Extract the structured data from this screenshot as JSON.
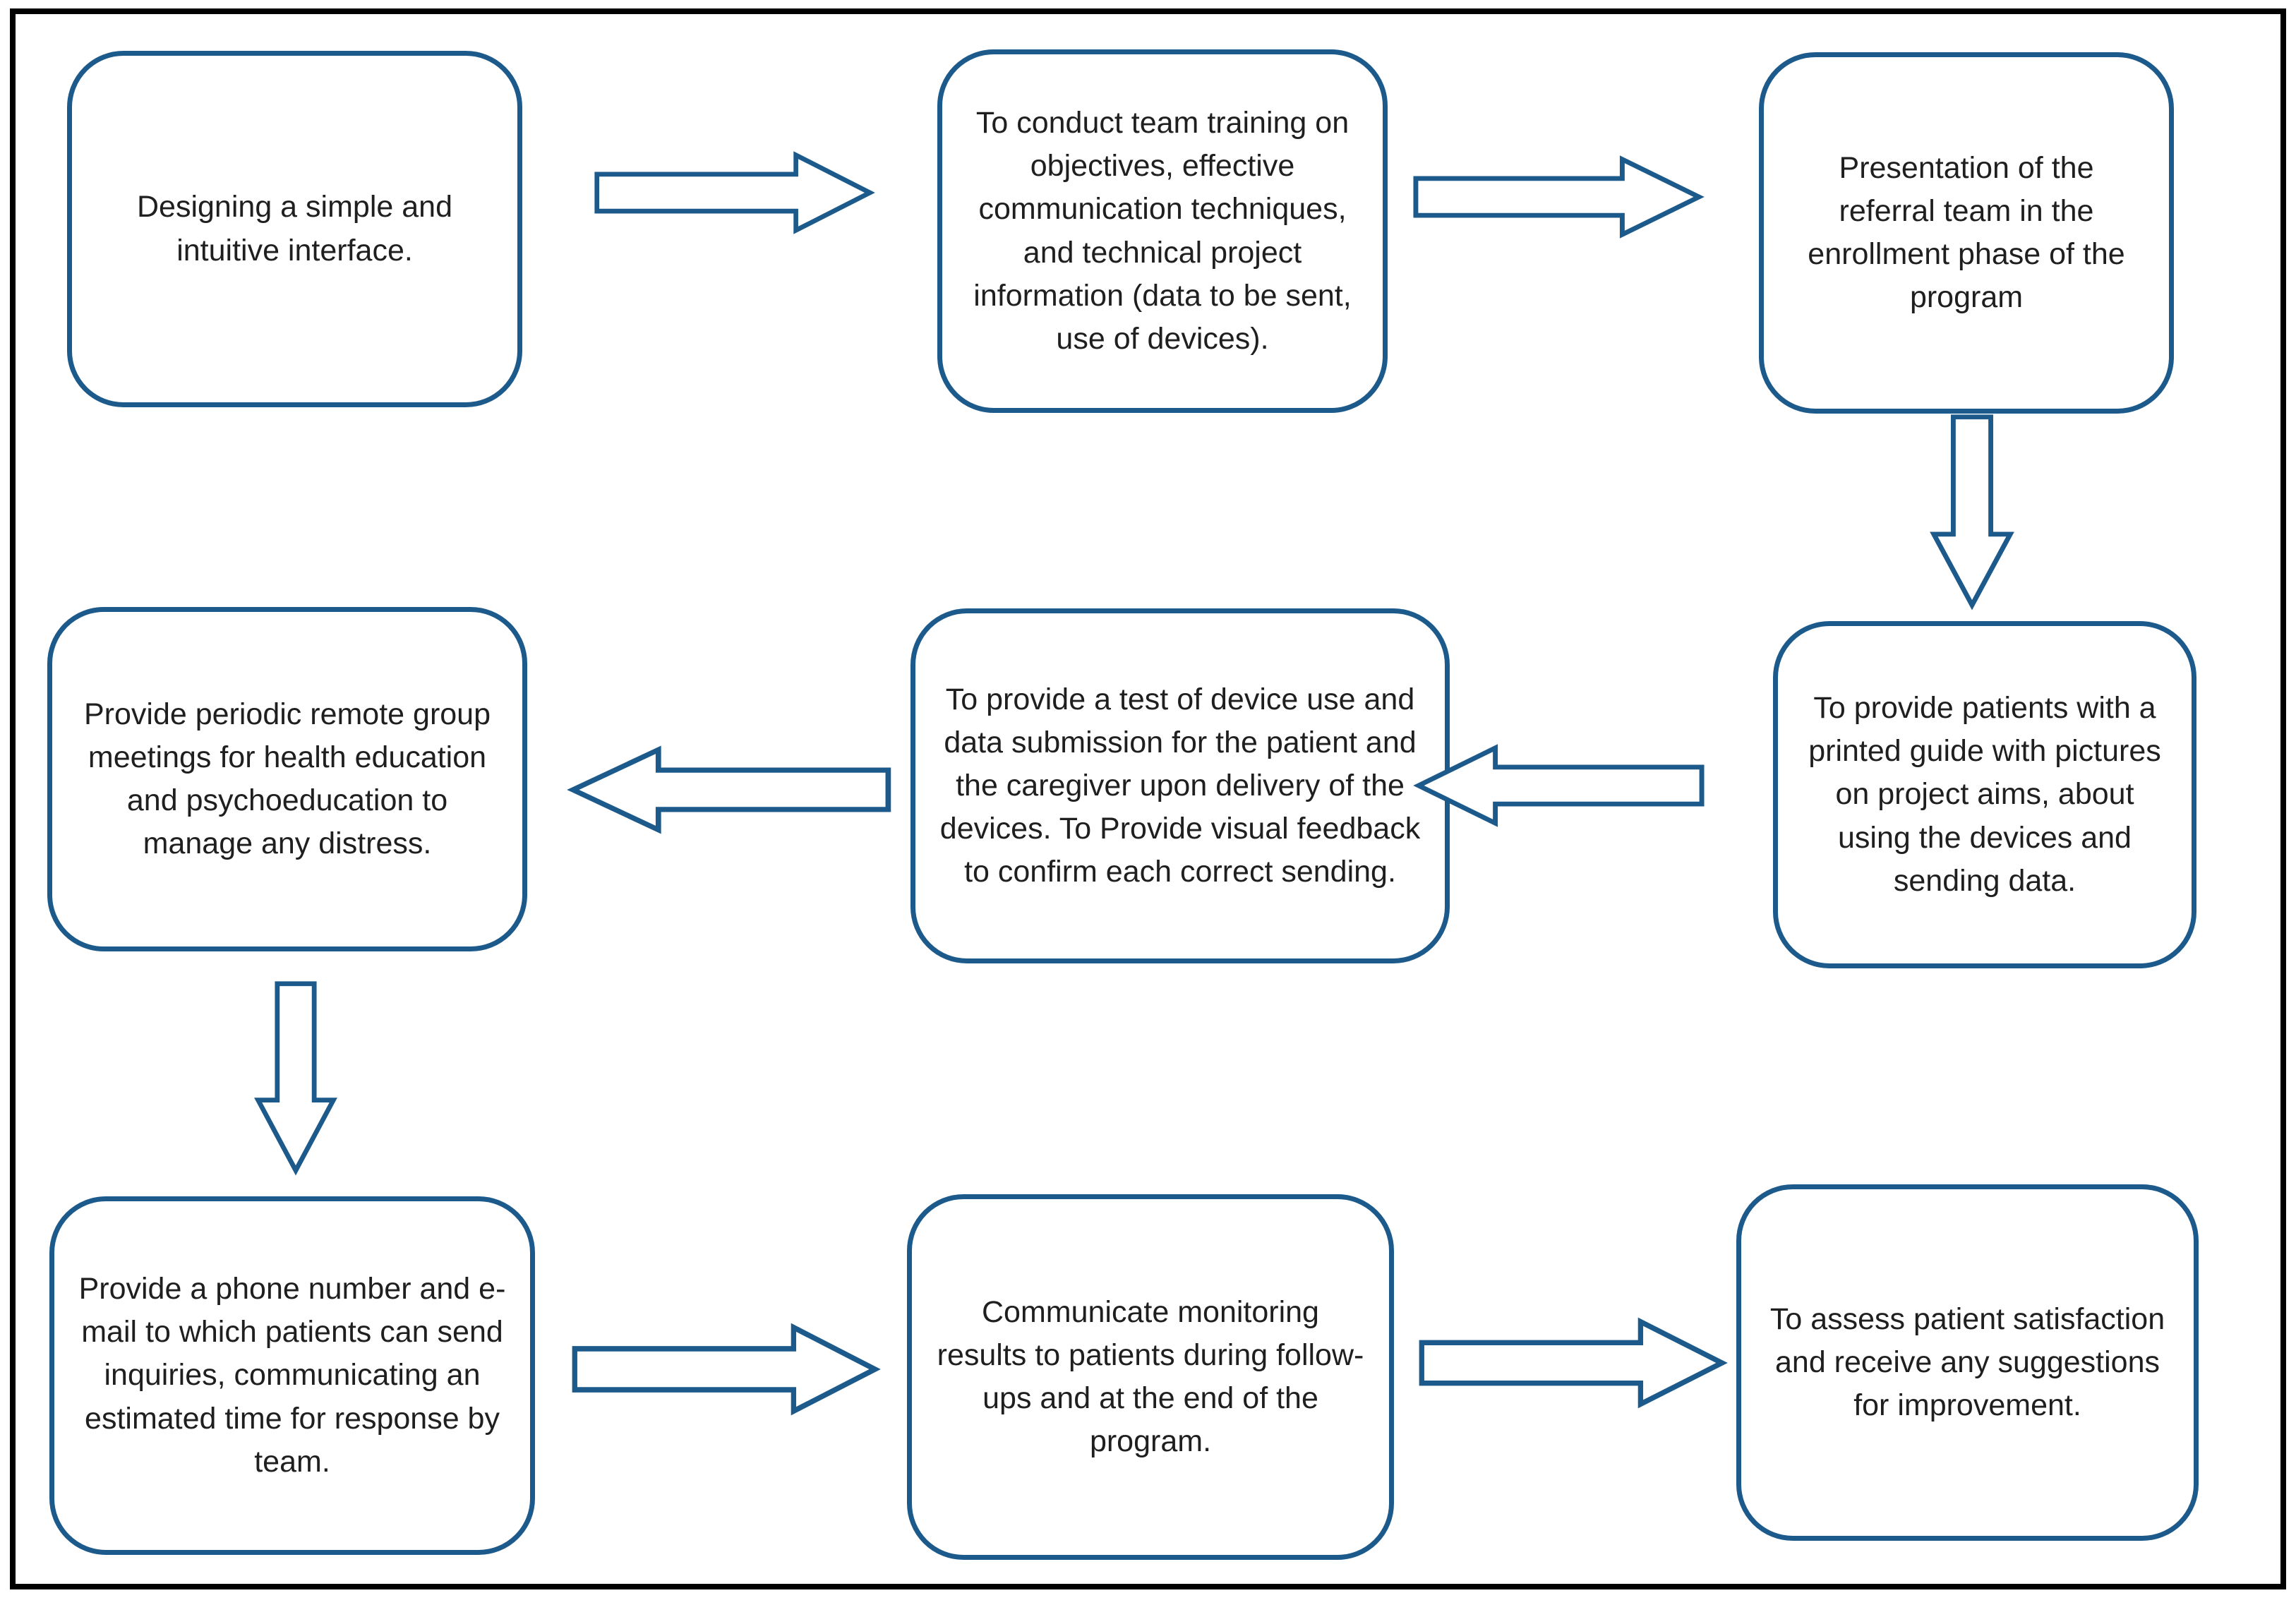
{
  "diagram": {
    "type": "flowchart",
    "colors": {
      "accent": "#1d5a8c",
      "frame": "#000000",
      "background": "#ffffff",
      "text": "#1f1f1f"
    },
    "boxes": [
      {
        "id": "designing-interface",
        "text": "Designing a simple and intuitive interface."
      },
      {
        "id": "team-training",
        "text": "To conduct team training on objectives, effective communication techniques, and technical project information (data to be sent, use of devices)."
      },
      {
        "id": "referral-presentation",
        "text": "Presentation of the referral team in the enrollment phase of the program"
      },
      {
        "id": "printed-guide",
        "text": "To provide patients with a printed guide with pictures on project aims, about using the devices and sending data."
      },
      {
        "id": "device-test",
        "text": "To provide a test of device use and data submission for the patient and the caregiver upon delivery of the devices. To Provide visual feedback to confirm each correct sending."
      },
      {
        "id": "group-meetings",
        "text": "Provide periodic remote group meetings for health education and psychoeducation to manage any distress."
      },
      {
        "id": "phone-email",
        "text": "Provide a phone number and e-mail to which patients can send inquiries, communicating an estimated time for response by team."
      },
      {
        "id": "monitoring-results",
        "text": "Communicate monitoring results to patients during follow-ups and at the end of the program."
      },
      {
        "id": "patient-satisfaction",
        "text": "To assess patient satisfaction and receive any suggestions for improvement."
      }
    ],
    "connections": [
      {
        "from": "designing-interface",
        "to": "team-training",
        "direction": "right"
      },
      {
        "from": "team-training",
        "to": "referral-presentation",
        "direction": "right"
      },
      {
        "from": "referral-presentation",
        "to": "printed-guide",
        "direction": "down"
      },
      {
        "from": "printed-guide",
        "to": "device-test",
        "direction": "left"
      },
      {
        "from": "device-test",
        "to": "group-meetings",
        "direction": "left"
      },
      {
        "from": "group-meetings",
        "to": "phone-email",
        "direction": "down"
      },
      {
        "from": "phone-email",
        "to": "monitoring-results",
        "direction": "right"
      },
      {
        "from": "monitoring-results",
        "to": "patient-satisfaction",
        "direction": "right"
      }
    ]
  }
}
